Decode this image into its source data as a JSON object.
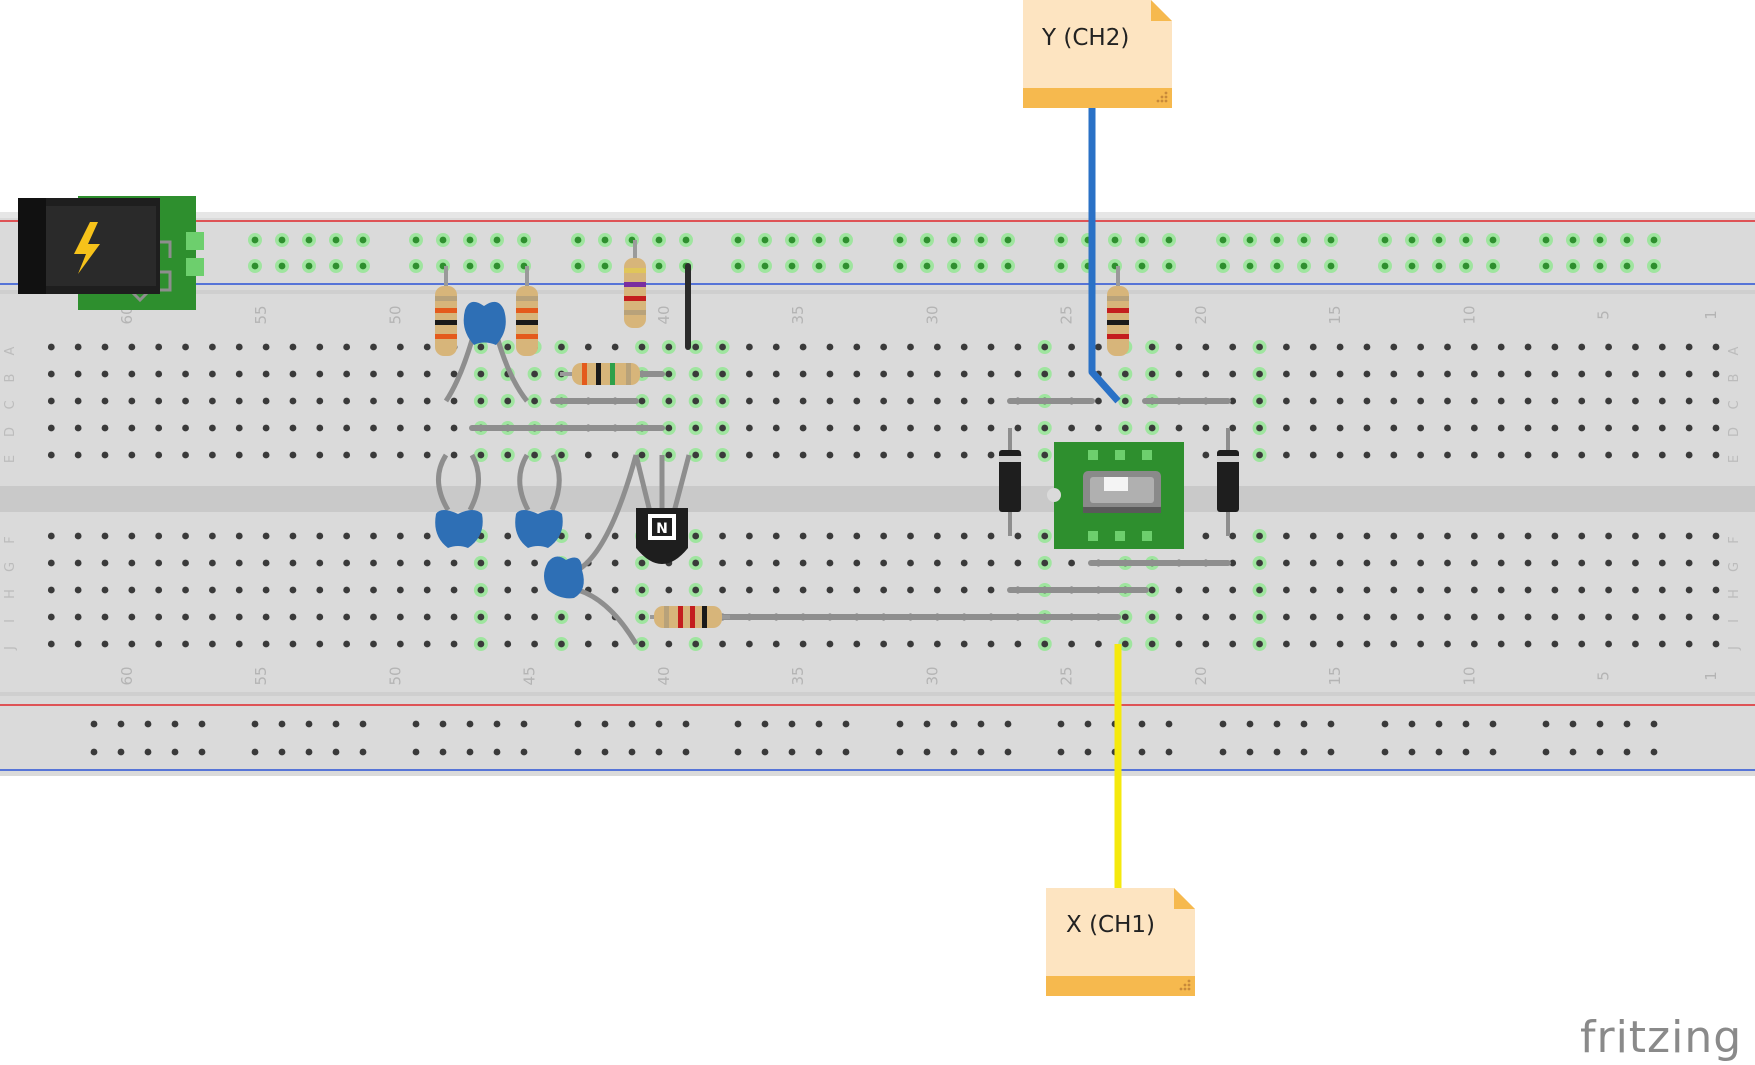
{
  "app": {
    "brand": "fritzing"
  },
  "notes": {
    "top": {
      "label": "Y (CH2)"
    },
    "bottom": {
      "label": "X (CH1)"
    }
  },
  "breadboard": {
    "column_labels": [
      "60",
      "55",
      "50",
      "45",
      "40",
      "35",
      "30",
      "25",
      "20",
      "15",
      "10",
      "5",
      "1"
    ],
    "top_row_labels": [
      "A",
      "B",
      "C",
      "D",
      "E"
    ],
    "bottom_row_labels": [
      "F",
      "G",
      "H",
      "I",
      "J"
    ]
  },
  "colors": {
    "board": "#d9d9d9",
    "rail_red": "#e0262b",
    "rail_blue": "#2a52d6",
    "wire_blue": "#2a71c6",
    "wire_yellow": "#f5e90d",
    "wire_gray": "#8e8e8e",
    "note_fill": "#fde4c1",
    "note_bar": "#f6b94e",
    "capacitor": "#2e6fb5",
    "pcb_green": "#2e8f2e"
  },
  "icons": {
    "power_jack": "lightning-bolt-icon",
    "transistor": "n-channel-icon"
  }
}
